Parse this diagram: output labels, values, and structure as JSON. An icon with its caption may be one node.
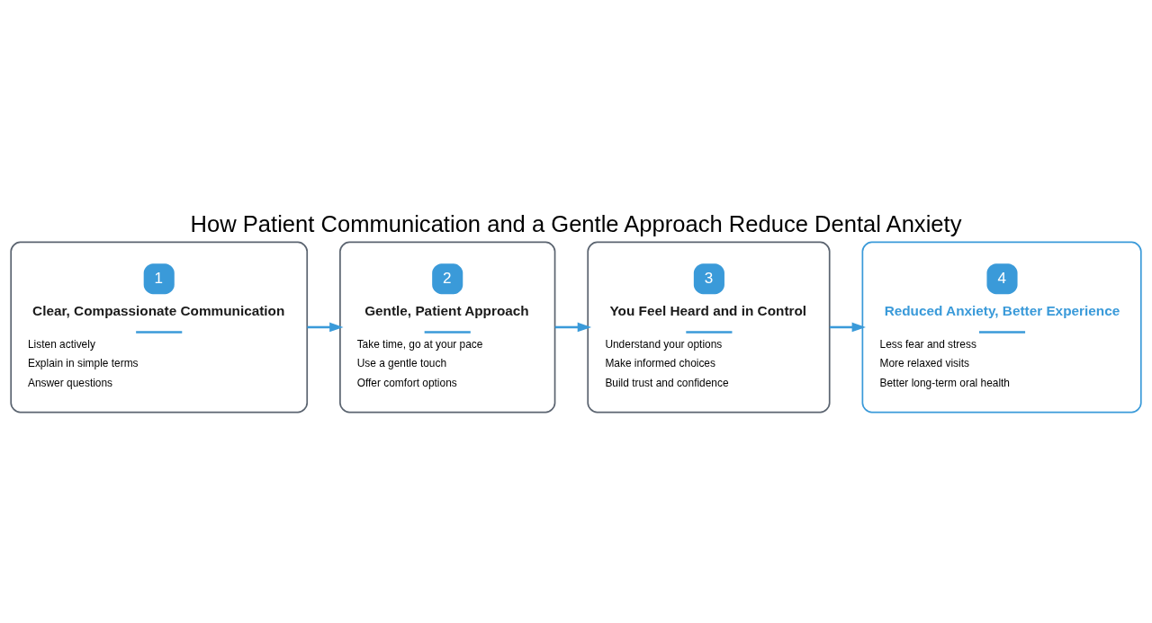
{
  "diagram": {
    "title": "How Patient Communication and a Gentle Approach Reduce Dental Anxiety",
    "nodes": [
      {
        "text": [
          "1",
          "Clear, Compassionate Communication",
          "Listen actively",
          "Explain in simple terms",
          "Answer questions"
        ]
      },
      {
        "text": [
          "2",
          "Gentle, Patient Approach",
          "Take time, go at your pace",
          "Use a gentle touch",
          "Offer comfort options"
        ]
      },
      {
        "text": [
          "3",
          "You Feel Heard and in Control",
          "Understand your options",
          "Make informed choices",
          "Build trust and confidence"
        ]
      },
      {
        "text": [
          "4",
          "Reduced Anxiety, Better Experience",
          "Less fear and stress",
          "More relaxed visits",
          "Better long-term oral health"
        ]
      }
    ],
    "edges": [
      {
        "from": 0,
        "to": 1,
        "arrow": "to"
      },
      {
        "from": 1,
        "to": 2,
        "arrow": "to"
      },
      {
        "from": 2,
        "to": 3,
        "arrow": "to"
      }
    ]
  }
}
